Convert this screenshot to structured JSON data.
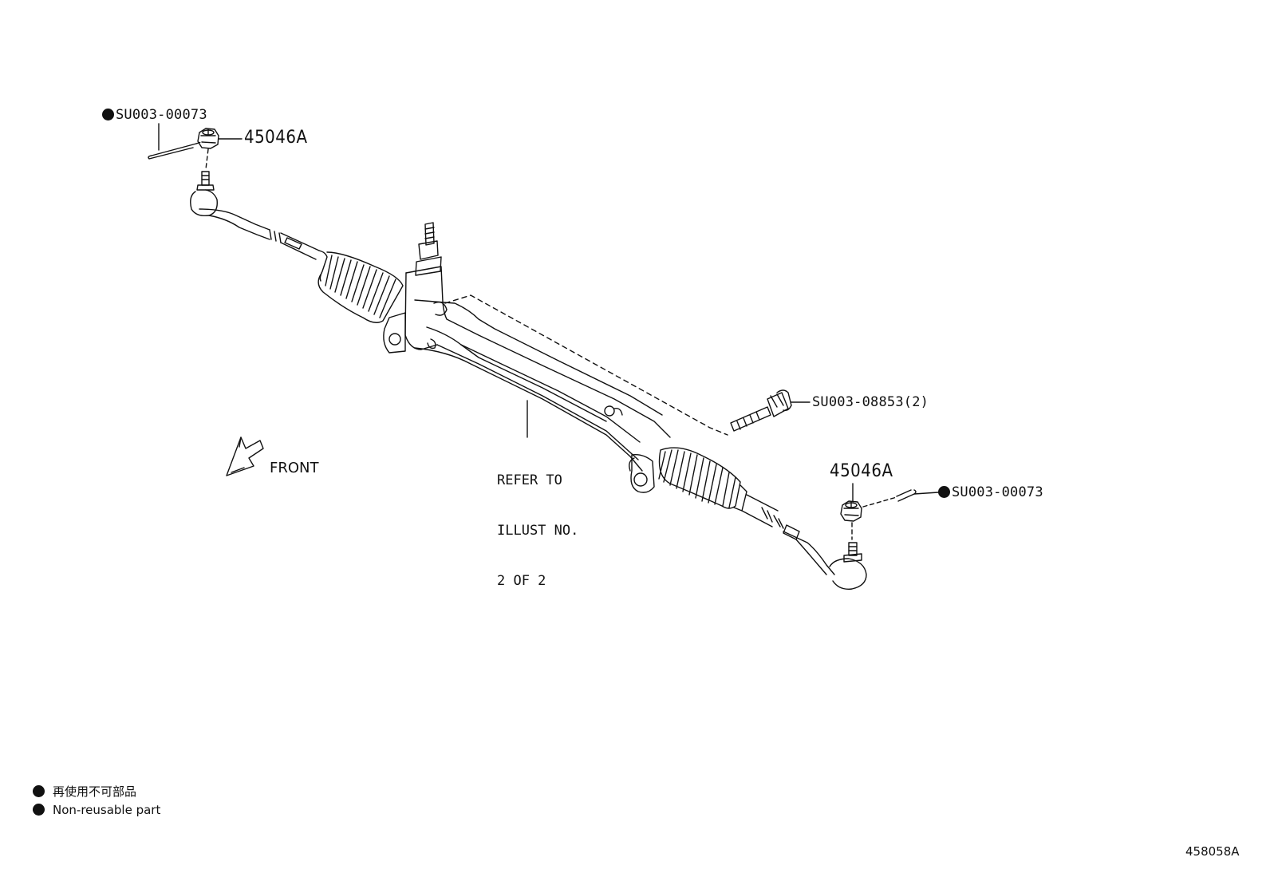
{
  "diagram": {
    "labels": {
      "clip_top_left": "SU003-00073",
      "nut_top_left": "45046A",
      "bolt": "SU003-08853(2)",
      "nut_bottom_right": "45046A",
      "clip_bottom_right": "SU003-00073",
      "refer_line1": "REFER TO",
      "refer_line2": "ILLUST NO.",
      "refer_line3": "2 OF 2",
      "front": "FRONT"
    },
    "legend": [
      {
        "marker": "filled-circle",
        "text": "再使用不可部品"
      },
      {
        "marker": "filled-circle",
        "text": "Non-reusable part"
      }
    ],
    "figure_id": "458058A",
    "colors": {
      "ink": "#111111",
      "background": "#ffffff"
    }
  }
}
